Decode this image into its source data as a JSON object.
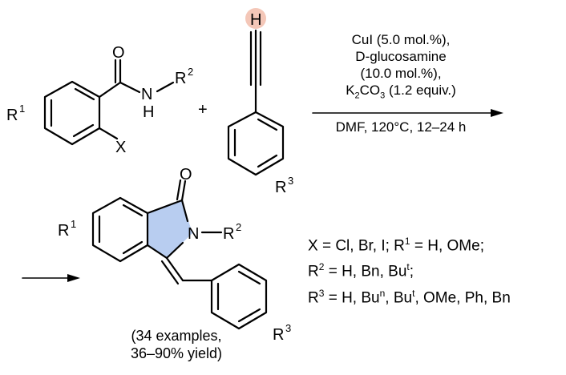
{
  "reactant_amide": {
    "o": "O",
    "n": "N",
    "h": "H",
    "r2": "R",
    "r2_sup": "2",
    "r1": "R",
    "r1_sup": "1",
    "x": "X"
  },
  "plus": "+",
  "reactant_alkyne": {
    "h": "H",
    "r3": "R",
    "r3_sup": "3"
  },
  "conditions": {
    "line1": "CuI  (5.0 mol.%),",
    "line2": "D-glucosamine",
    "line3": "(10.0 mol.%),",
    "line4_a": "K",
    "line4_sub1": "2",
    "line4_b": "CO",
    "line4_sub2": "3",
    "line4_c": " (1.2 equiv.)",
    "line5": "DMF, 120°C, 12–24 h"
  },
  "product": {
    "o": "O",
    "n": "N",
    "r2": "R",
    "r2_sup": "2",
    "r1": "R",
    "r1_sup": "1",
    "r3": "R",
    "r3_sup": "3"
  },
  "substituents": {
    "l1_a": "X = Cl, Br, I; R",
    "l1_sup": "1",
    "l1_b": " = H, OMe;",
    "l2_a": "R",
    "l2_sup": "2",
    "l2_b": " = H, Bn, Bu",
    "l2_sup2": "t",
    "l2_c": ";",
    "l3_a": "R",
    "l3_sup": "3",
    "l3_b": " = H, Bu",
    "l3_sup2": "n",
    "l3_c": ", Bu",
    "l3_sup3": "t",
    "l3_d": ", OMe, Ph, Bn"
  },
  "examples": {
    "line1": "(34 examples,",
    "line2": "36–90% yield)"
  },
  "colors": {
    "highlight_h": "#f4c7b8",
    "ring_fill": "#b8cdf0"
  }
}
